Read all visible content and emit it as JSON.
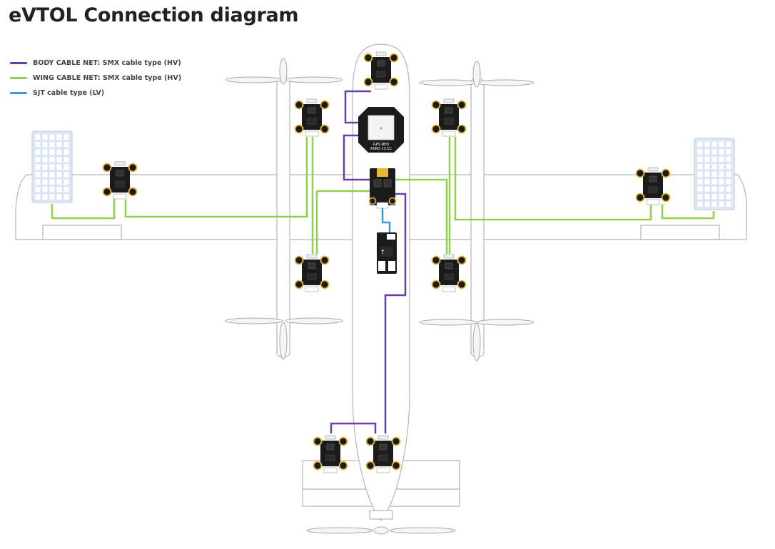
{
  "title": "eVTOL Connection diagram",
  "legend": [
    {
      "label": "BODY CABLE NET: SMX cable type (HV)",
      "color": "#6b3fa8"
    },
    {
      "label": "WING CABLE NET: SMX cable type (HV)",
      "color": "#8fd14f"
    },
    {
      "label": "SJT cable type (LV)",
      "color": "#3a9ad9"
    }
  ],
  "gps_label": "GPS NEO\nASRD v3.1C",
  "colors": {
    "body_net": "#6b3fa8",
    "wing_net": "#8fd14f",
    "lv_net": "#3a9ad9",
    "board": "#1b1b1b",
    "connector_pad": "#e6b83a",
    "panel": "#dfe8f5",
    "airframe_stroke": "#b5b5b5"
  }
}
